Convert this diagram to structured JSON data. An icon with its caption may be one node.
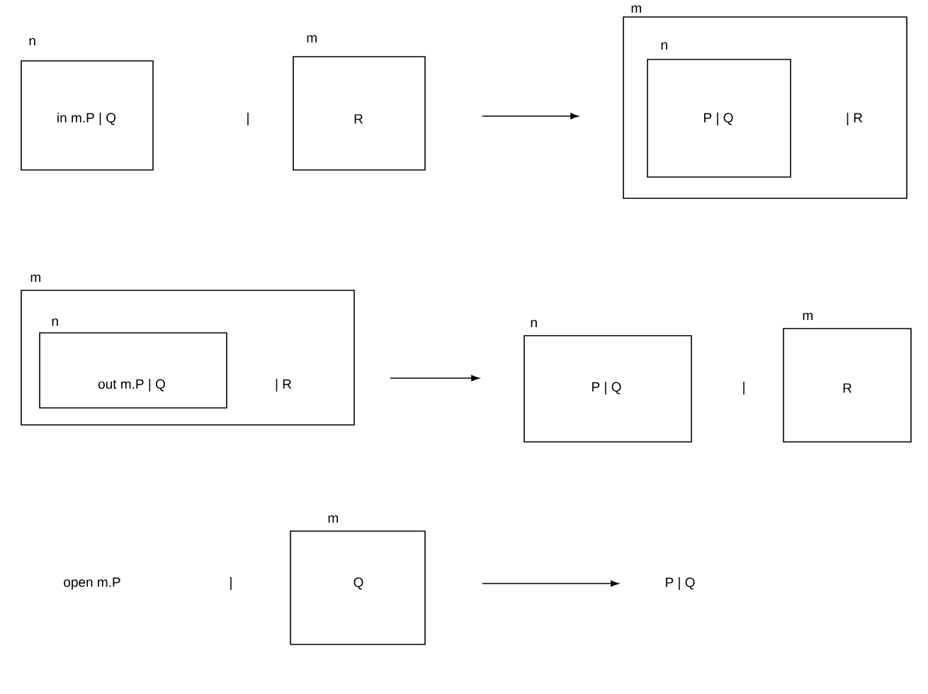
{
  "diagram": {
    "nodes": [
      {
        "text": [
          "n",
          "in m.P | Q"
        ]
      },
      {
        "text": [
          "m",
          "R"
        ]
      },
      {
        "text": [
          "m",
          "| R"
        ]
      },
      {
        "text": [
          "n",
          "P | Q"
        ],
        "in": 2
      },
      {
        "text": [
          "m",
          "| R"
        ]
      },
      {
        "text": [
          "n",
          "out m.P | Q"
        ],
        "in": 4
      },
      {
        "text": [
          "n",
          "P | Q"
        ]
      },
      {
        "text": [
          "m",
          "R"
        ]
      },
      {
        "text": [
          "m",
          "Q"
        ]
      },
      {
        "text": [
          "P | Q"
        ]
      }
    ],
    "edges": [
      {
        "from": 1,
        "to": 2,
        "arrow": "to"
      },
      {
        "from": 4,
        "to": 6,
        "arrow": "to"
      },
      {
        "from": 8,
        "to": 9,
        "arrow": "to"
      }
    ],
    "labels": [
      "|",
      "|",
      "open m.P",
      "|"
    ]
  }
}
